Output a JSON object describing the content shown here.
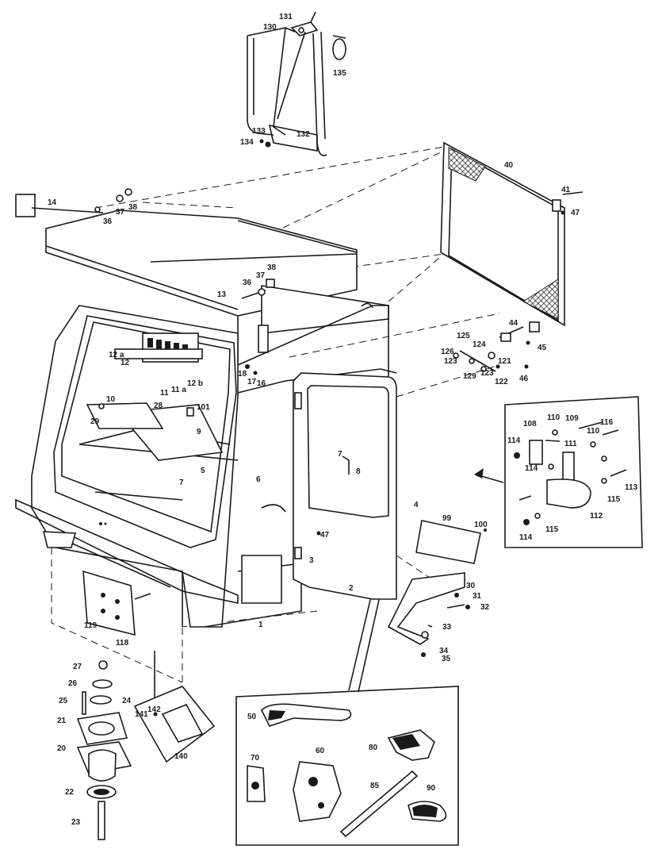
{
  "labels": {
    "l1": "1",
    "l2": "2",
    "l3": "3",
    "l4": "4",
    "l5": "5",
    "l6": "6",
    "l7": "7",
    "l8": "8",
    "l9": "9",
    "l10": "10",
    "l11": "11",
    "l11a": "11 a",
    "l12": "12",
    "l12a": "12 a",
    "l12b": "12 b",
    "l13": "13",
    "l14": "14",
    "l16": "16",
    "l17": "17",
    "l18": "18",
    "l20": "20",
    "l21": "21",
    "l22": "22",
    "l23": "23",
    "l24": "24",
    "l25": "25",
    "l26": "26",
    "l27": "27",
    "l28": "28",
    "l29": "29",
    "l30": "30",
    "l31": "31",
    "l32": "32",
    "l33": "33",
    "l34": "34",
    "l35": "35",
    "l36a": "36",
    "l36b": "36",
    "l37a": "37",
    "l37b": "37",
    "l38a": "38",
    "l38b": "38",
    "l40": "40",
    "l41": "41",
    "l44": "44",
    "l45": "45",
    "l46": "46",
    "l47a": "47",
    "l47b": "47",
    "l50": "50",
    "l60": "60",
    "l70": "70",
    "l80": "80",
    "l85": "85",
    "l90": "90",
    "l99": "99",
    "l100": "100",
    "l101": "101",
    "l108": "108",
    "l109": "109",
    "l110a": "110",
    "l110b": "110",
    "l111": "111",
    "l112": "112",
    "l113": "113",
    "l114a": "114",
    "l114b": "114",
    "l114c": "114",
    "l115a": "115",
    "l115b": "115",
    "l116": "116",
    "l118": "118",
    "l119": "119",
    "l121": "121",
    "l122": "122",
    "l123": "123",
    "l123b": "123",
    "l124": "124",
    "l125": "125",
    "l126": "126",
    "l129": "129",
    "l130": "130",
    "l131": "131",
    "l132": "132",
    "l133": "133",
    "l134": "134",
    "l135": "135",
    "l140": "140",
    "l141": "141",
    "l142": "142"
  }
}
